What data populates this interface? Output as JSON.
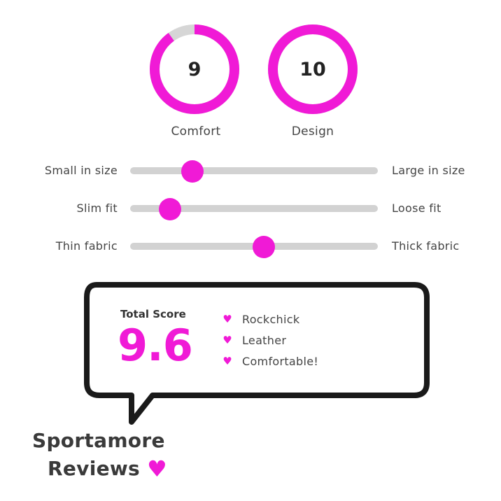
{
  "accent_color": "#f01ad6",
  "ring_track_color": "#d6d6d6",
  "ratings": [
    {
      "value": "9",
      "label": "Comfort",
      "fill": 0.9
    },
    {
      "value": "10",
      "label": "Design",
      "fill": 1.0
    }
  ],
  "sliders": [
    {
      "left_label": "Small in size",
      "right_label": "Large in size",
      "position": 0.25
    },
    {
      "left_label": "Slim fit",
      "right_label": "Loose fit",
      "position": 0.16
    },
    {
      "left_label": "Thin fabric",
      "right_label": "Thick fabric",
      "position": 0.54
    }
  ],
  "score": {
    "label": "Total Score",
    "value": "9.6",
    "tags": [
      "Rockchick",
      "Leather",
      "Comfortable!"
    ]
  },
  "brand": {
    "line1": "Sportamore",
    "line2": "Reviews",
    "icon": "heart-icon"
  }
}
